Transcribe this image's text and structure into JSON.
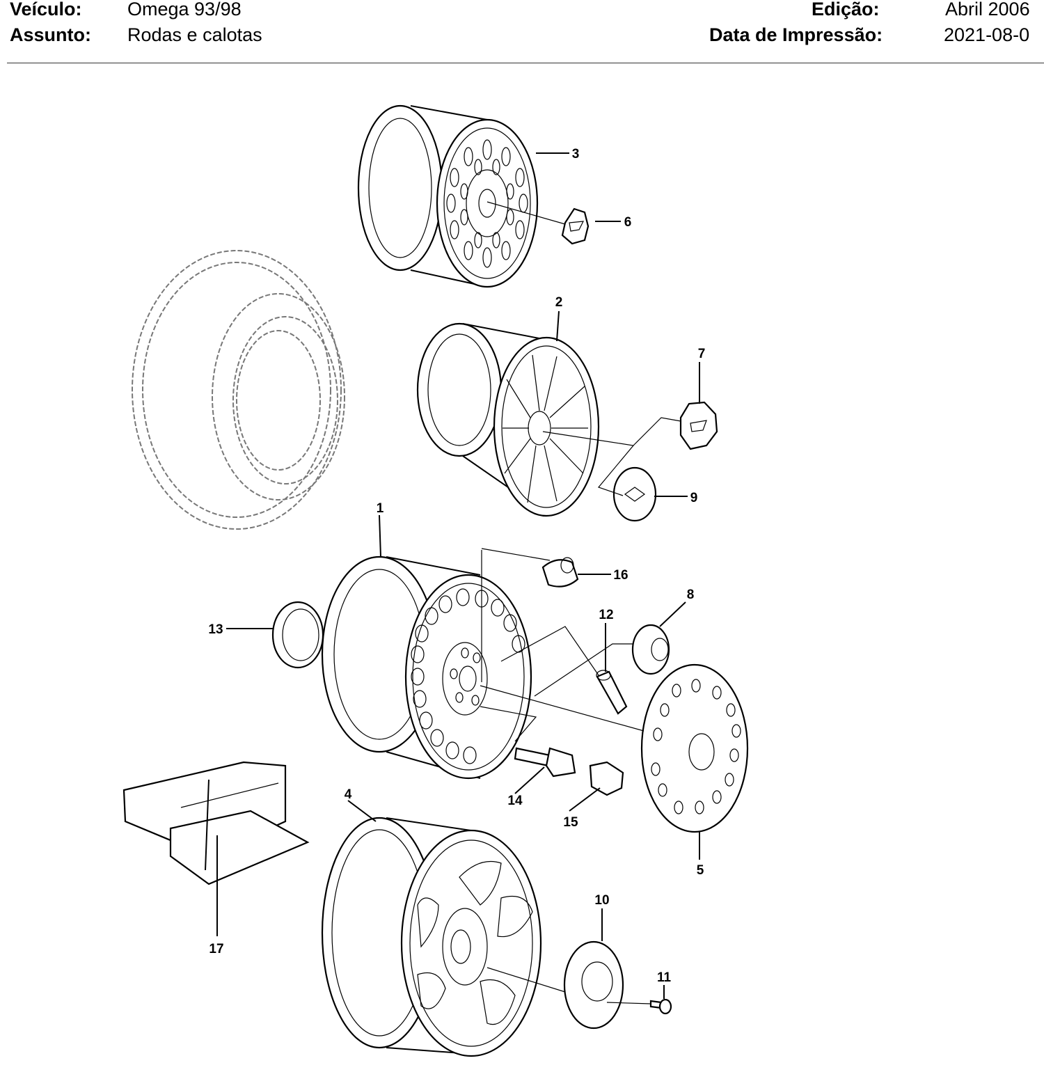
{
  "header": {
    "vehicle_label": "Veículo:",
    "vehicle_value": "Omega 93/98",
    "subject_label": "Assunto:",
    "subject_value": "Rodas e calotas",
    "edition_label": "Edição:",
    "edition_value": "Abril 2006",
    "print_date_label": "Data de Impressão:",
    "print_date_value": "2021-08-0"
  },
  "callouts": [
    "1",
    "2",
    "3",
    "4",
    "5",
    "6",
    "7",
    "8",
    "9",
    "10",
    "11",
    "12",
    "13",
    "14",
    "15",
    "16",
    "17"
  ]
}
